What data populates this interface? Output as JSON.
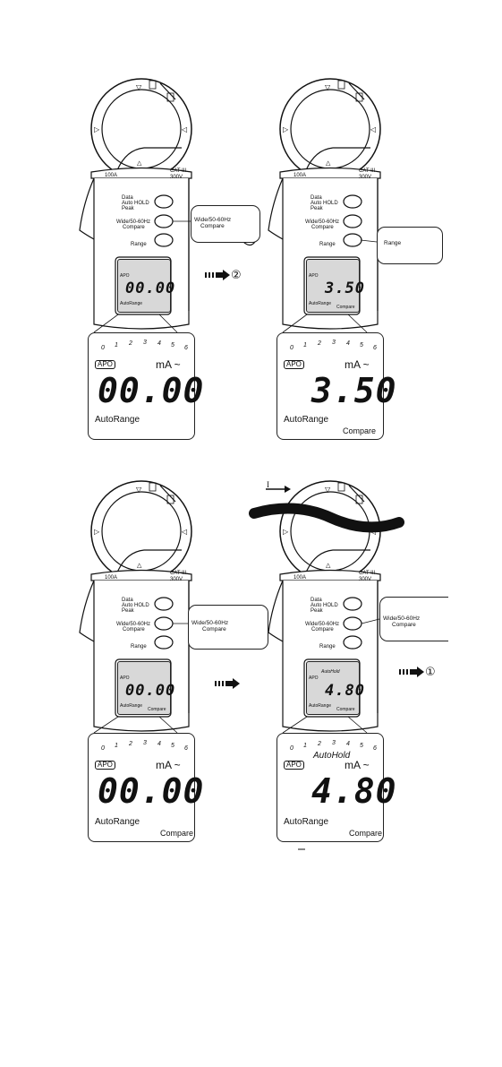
{
  "meter": {
    "button_labels": {
      "data": "Data",
      "auto_hold": "Auto HOLD",
      "peak": "Peak",
      "wide": "Wide/50-60Hz",
      "compare": "Compare",
      "range": "Range"
    },
    "rating_left": "100A",
    "rating_right_1": "CAT III",
    "rating_right_2": "300V"
  },
  "callouts": {
    "wide_compare_line1": "Wide/50-60Hz",
    "wide_compare_line2": "Compare",
    "range": "Range"
  },
  "steps": {
    "step2": "②",
    "step1": "①"
  },
  "current_label": "I",
  "displays": [
    {
      "value": "00.00",
      "unit": "mA ~",
      "apo": "APO",
      "mode": "AutoRange",
      "compare": "",
      "hold": ""
    },
    {
      "value": "3.50",
      "unit": "mA ~",
      "apo": "APO",
      "mode": "AutoRange",
      "compare": "Compare",
      "hold": ""
    },
    {
      "value": "00.00",
      "unit": "mA ~",
      "apo": "APO",
      "mode": "AutoRange",
      "compare": "Compare",
      "hold": ""
    },
    {
      "value": "4.80",
      "unit": "mA ~",
      "apo": "APO",
      "mode": "AutoRange",
      "compare": "Compare",
      "hold": "AutoHold"
    }
  ],
  "scale_ticks": [
    "0",
    "1",
    "2",
    "3",
    "4",
    "5",
    "6"
  ]
}
